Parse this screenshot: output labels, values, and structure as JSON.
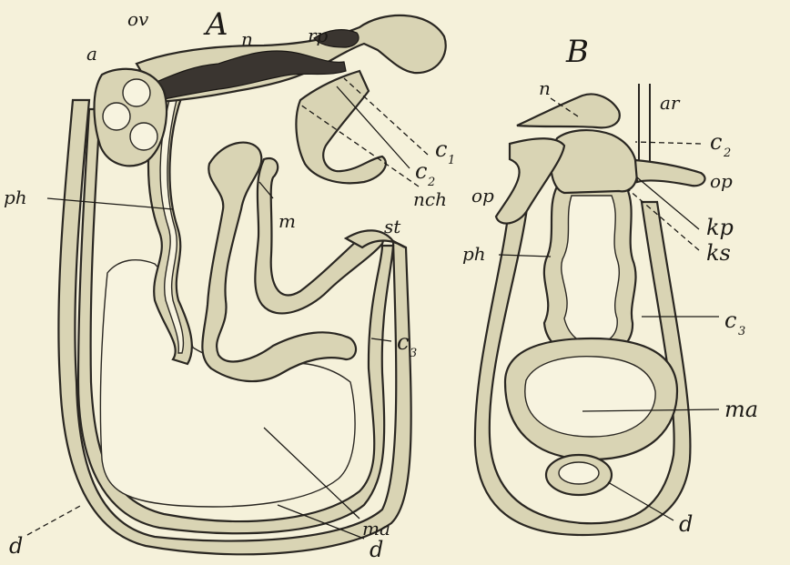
{
  "figure": {
    "panel_a": "A",
    "panel_b": "B",
    "labels_a": {
      "ov": "ov",
      "n": "n",
      "rp": "rp",
      "a": "a",
      "c1": "c",
      "c1_sub": "1",
      "c2": "c",
      "c2_sub": "2",
      "nch": "nch",
      "ph": "ph",
      "m": "m",
      "st": "st",
      "c3": "c",
      "c3_sub": "3",
      "ma": "ma",
      "d_left": "d",
      "d_right": "d"
    },
    "labels_b": {
      "n": "n",
      "ar": "ar",
      "c2": "c",
      "c2_sub": "2",
      "op_left": "op",
      "op_right": "op",
      "kp": "kp",
      "ks": "ks",
      "ph": "ph",
      "c3": "c",
      "c3_sub": "3",
      "ma": "ma",
      "d": "d"
    }
  }
}
